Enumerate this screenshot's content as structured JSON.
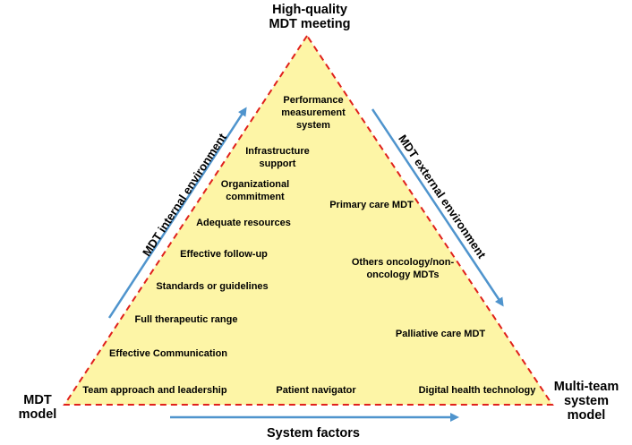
{
  "apex": {
    "line1": "High-quality",
    "line2": "MDT meeting"
  },
  "left_corner": {
    "line1": "MDT",
    "line2": "model"
  },
  "right_corner": {
    "line1": "Multi-team",
    "line2": "system",
    "line3": "model"
  },
  "bottom_axis": "System factors",
  "left_axis": "MDT internal environment",
  "right_axis": "MDT external environment",
  "internal_factors": [
    {
      "lines": [
        "Performance",
        "measurement",
        "system"
      ]
    },
    {
      "lines": [
        "Infrastructure",
        "support"
      ]
    },
    {
      "lines": [
        "Organizational",
        "commitment"
      ]
    },
    {
      "lines": [
        "Adequate resources"
      ]
    },
    {
      "lines": [
        "Effective follow-up"
      ]
    },
    {
      "lines": [
        "Standards or guidelines"
      ]
    },
    {
      "lines": [
        "Full therapeutic range"
      ]
    },
    {
      "lines": [
        "Effective Communication"
      ]
    },
    {
      "lines": [
        "Team approach and leadership"
      ]
    }
  ],
  "external_factors": [
    {
      "lines": [
        "Primary care MDT"
      ]
    },
    {
      "lines": [
        "Others oncology/non-",
        "oncology MDTs"
      ]
    },
    {
      "lines": [
        "Palliative care MDT"
      ]
    }
  ],
  "system_factors": [
    {
      "lines": [
        "Patient navigator"
      ]
    },
    {
      "lines": [
        "Digital health technology"
      ]
    }
  ],
  "colors": {
    "fill": "#fdf5a6",
    "border": "#e0201b",
    "arrow": "#4f94cd"
  }
}
